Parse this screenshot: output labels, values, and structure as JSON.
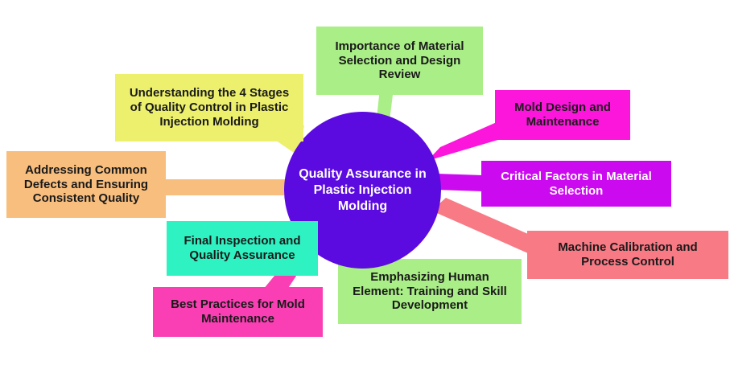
{
  "diagram": {
    "type": "mind-map",
    "background_color": "#FFFFFF",
    "center": {
      "label": "Quality Assurance in Plastic Injection Molding",
      "color": "#5B0AE0",
      "text_color": "#FFFFFF"
    },
    "nodes": [
      {
        "id": "importance-material",
        "label": "Importance of Material Selection and Design Review",
        "color": "#A9EE86",
        "text_color": "#1A1A1A",
        "position": "top"
      },
      {
        "id": "understanding-stages",
        "label": "Understanding the 4 Stages of Quality Control in Plastic Injection Molding",
        "color": "#EDF06C",
        "text_color": "#1A1A1A",
        "position": "upper-left"
      },
      {
        "id": "addressing-defects",
        "label": "Addressing Common Defects and Ensuring Consistent Quality",
        "color": "#F8BE7D",
        "text_color": "#1A1A1A",
        "position": "left"
      },
      {
        "id": "final-inspection",
        "label": "Final Inspection and Quality Assurance",
        "color": "#2FF2C2",
        "text_color": "#1A1A1A",
        "position": "lower-left"
      },
      {
        "id": "best-practices",
        "label": "Best Practices for Mold Maintenance",
        "color": "#FA3FB5",
        "text_color": "#1A1A1A",
        "position": "bottom-left"
      },
      {
        "id": "emphasizing-human",
        "label": "Emphasizing Human Element: Training and Skill Development",
        "color": "#A9EE86",
        "text_color": "#1A1A1A",
        "position": "bottom"
      },
      {
        "id": "machine-calibration",
        "label": "Machine Calibration and Process Control",
        "color": "#F87A85",
        "text_color": "#1A1A1A",
        "position": "lower-right"
      },
      {
        "id": "critical-factors",
        "label": "Critical Factors in Material Selection",
        "color": "#CC0AF0",
        "text_color": "#FFFFFF",
        "position": "right"
      },
      {
        "id": "mold-design",
        "label": "Mold Design and Maintenance",
        "color": "#FC16DC",
        "text_color": "#1A1A1A",
        "position": "upper-right"
      }
    ]
  }
}
